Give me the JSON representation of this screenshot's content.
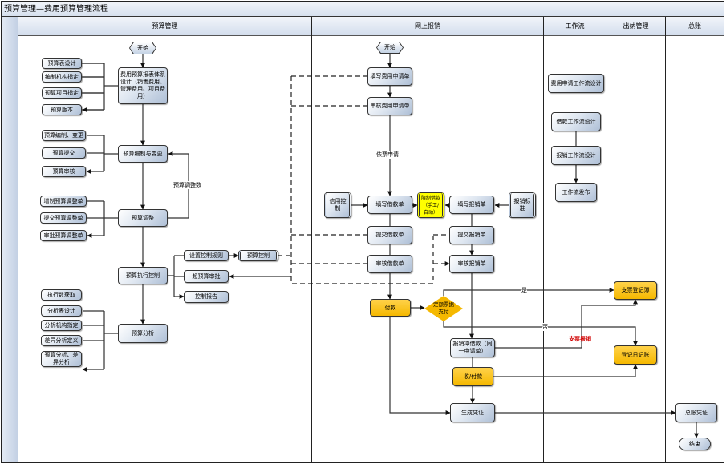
{
  "title": "预算管理—费用预算管理流程",
  "lanes": [
    "预算管理",
    "网上报销",
    "工作流",
    "出纳管理",
    "总账"
  ],
  "nodes": {
    "start1": "开始",
    "design": "费用预算报表体系设计（销售费用、管理费用、项目费用）",
    "b1": "预算表设计",
    "b2": "编制机构指定",
    "b3": "预算项目指定",
    "b4": "预算版本",
    "c1": "预算编制、变更",
    "c2": "预算提交",
    "c3": "预算审核",
    "compile": "预算编制与变更",
    "d1": "增制预算调整单",
    "d2": "提交预算调整单",
    "d3": "审批预算调整单",
    "adjust": "预算调整",
    "exec": "预算执行控制",
    "rule": "设置控制规则",
    "ctrl": "预算控制",
    "over": "超预算审批",
    "report": "控制报告",
    "fetch": "执行数获取",
    "a1": "分析表设计",
    "a2": "分析机构指定",
    "a3": "差异分析定义",
    "a4": "预算分析、差异分析",
    "analysis": "预算分析",
    "start2": "开始",
    "fill_req": "填写费用申请单",
    "audit_req": "审核费用申请单",
    "credit": "信用控制",
    "fill_loan": "填写借款单",
    "limit": "限制借款（手工/自动）",
    "fill_reim": "填写报销单",
    "std": "报销标准",
    "sub_loan": "提交借款单",
    "sub_reim": "提交报销单",
    "audit_loan": "审核借款单",
    "audit_reim": "审核报销单",
    "pay": "付款",
    "decision": "定额票据支付",
    "offset": "报销冲借款（同一申请单）",
    "recv": "收/付款",
    "voucher": "生成凭证",
    "wf1": "费用申请工作流设计",
    "wf2": "借款工作流设计",
    "wf3": "报销工作流设计",
    "wf4": "工作流发布",
    "cheque": "支票登记簿",
    "journal": "登记日记账",
    "gl": "总账凭证",
    "end": "结束"
  },
  "labels": {
    "adj_num": "预算调整数",
    "by_req": "依票申请",
    "yes": "是",
    "no": "否",
    "cheque_reim": "支票报销"
  },
  "colors": {
    "task": "#c9d6e8",
    "cash": "#f5b800",
    "limit": "#ffff00",
    "cheque_label": "#d00000"
  }
}
